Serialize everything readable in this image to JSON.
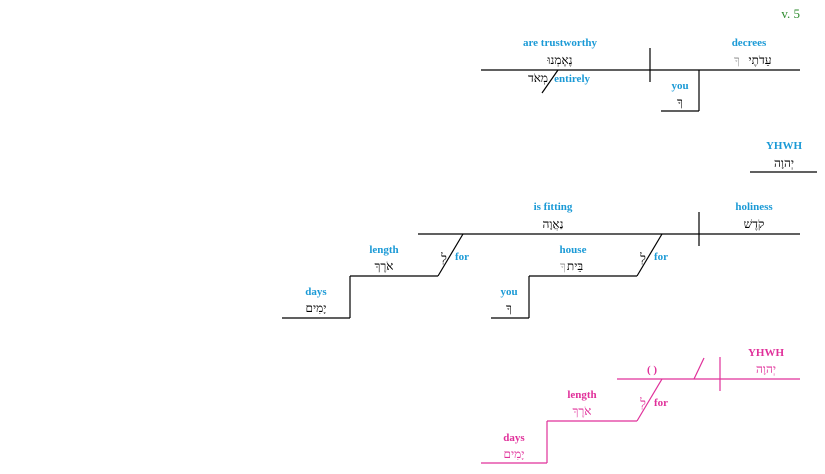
{
  "verse_label": "v. 5",
  "colors": {
    "verse": "#2e8b2e",
    "gloss_blue": "#1b9ad6",
    "gloss_magenta": "#e0309a",
    "line_black": "#000000",
    "line_magenta": "#e0309a",
    "suffix_gray": "#999999"
  },
  "clause1": {
    "predicate": {
      "gloss": "are trustworthy",
      "hebrew": "נֶאֶמְנוּ"
    },
    "subject": {
      "gloss": "decrees",
      "hebrew": "עֵדֹתֶי",
      "suffix": "ךָ"
    },
    "modifier": {
      "gloss": "entirely",
      "hebrew": "מְאֹד"
    },
    "possessor": {
      "gloss": "you",
      "hebrew": "ךָ"
    }
  },
  "vocative": {
    "gloss": "YHWH",
    "hebrew": "יְהוָה"
  },
  "clause2": {
    "subject": {
      "gloss": "holiness",
      "hebrew": "קֹדֶשׁ"
    },
    "predicate": {
      "gloss": "is fitting",
      "hebrew": "נַאֲוָה"
    },
    "prep_phrase_1": {
      "prep_hebrew": "לְ",
      "prep_gloss": "for",
      "object": {
        "gloss": "house",
        "hebrew": "בֵּית",
        "suffix": "ךָ"
      },
      "possessor": {
        "gloss": "you",
        "hebrew": "ךָ"
      }
    },
    "prep_phrase_2": {
      "prep_hebrew": "לְ",
      "prep_gloss": "for",
      "object": {
        "gloss": "length",
        "hebrew": "אֹרֶךְ"
      },
      "genitive": {
        "gloss": "days",
        "hebrew": "יָמִים"
      }
    }
  },
  "clause3": {
    "subject": {
      "gloss": "YHWH",
      "hebrew": "יְהוָה"
    },
    "predicate": {
      "placeholder": "( )"
    },
    "prep_phrase": {
      "prep_hebrew": "לְ",
      "prep_gloss": "for",
      "object": {
        "gloss": "length",
        "hebrew": "אֹרֶךְ"
      },
      "genitive": {
        "gloss": "days",
        "hebrew": "יָמִים"
      }
    }
  }
}
